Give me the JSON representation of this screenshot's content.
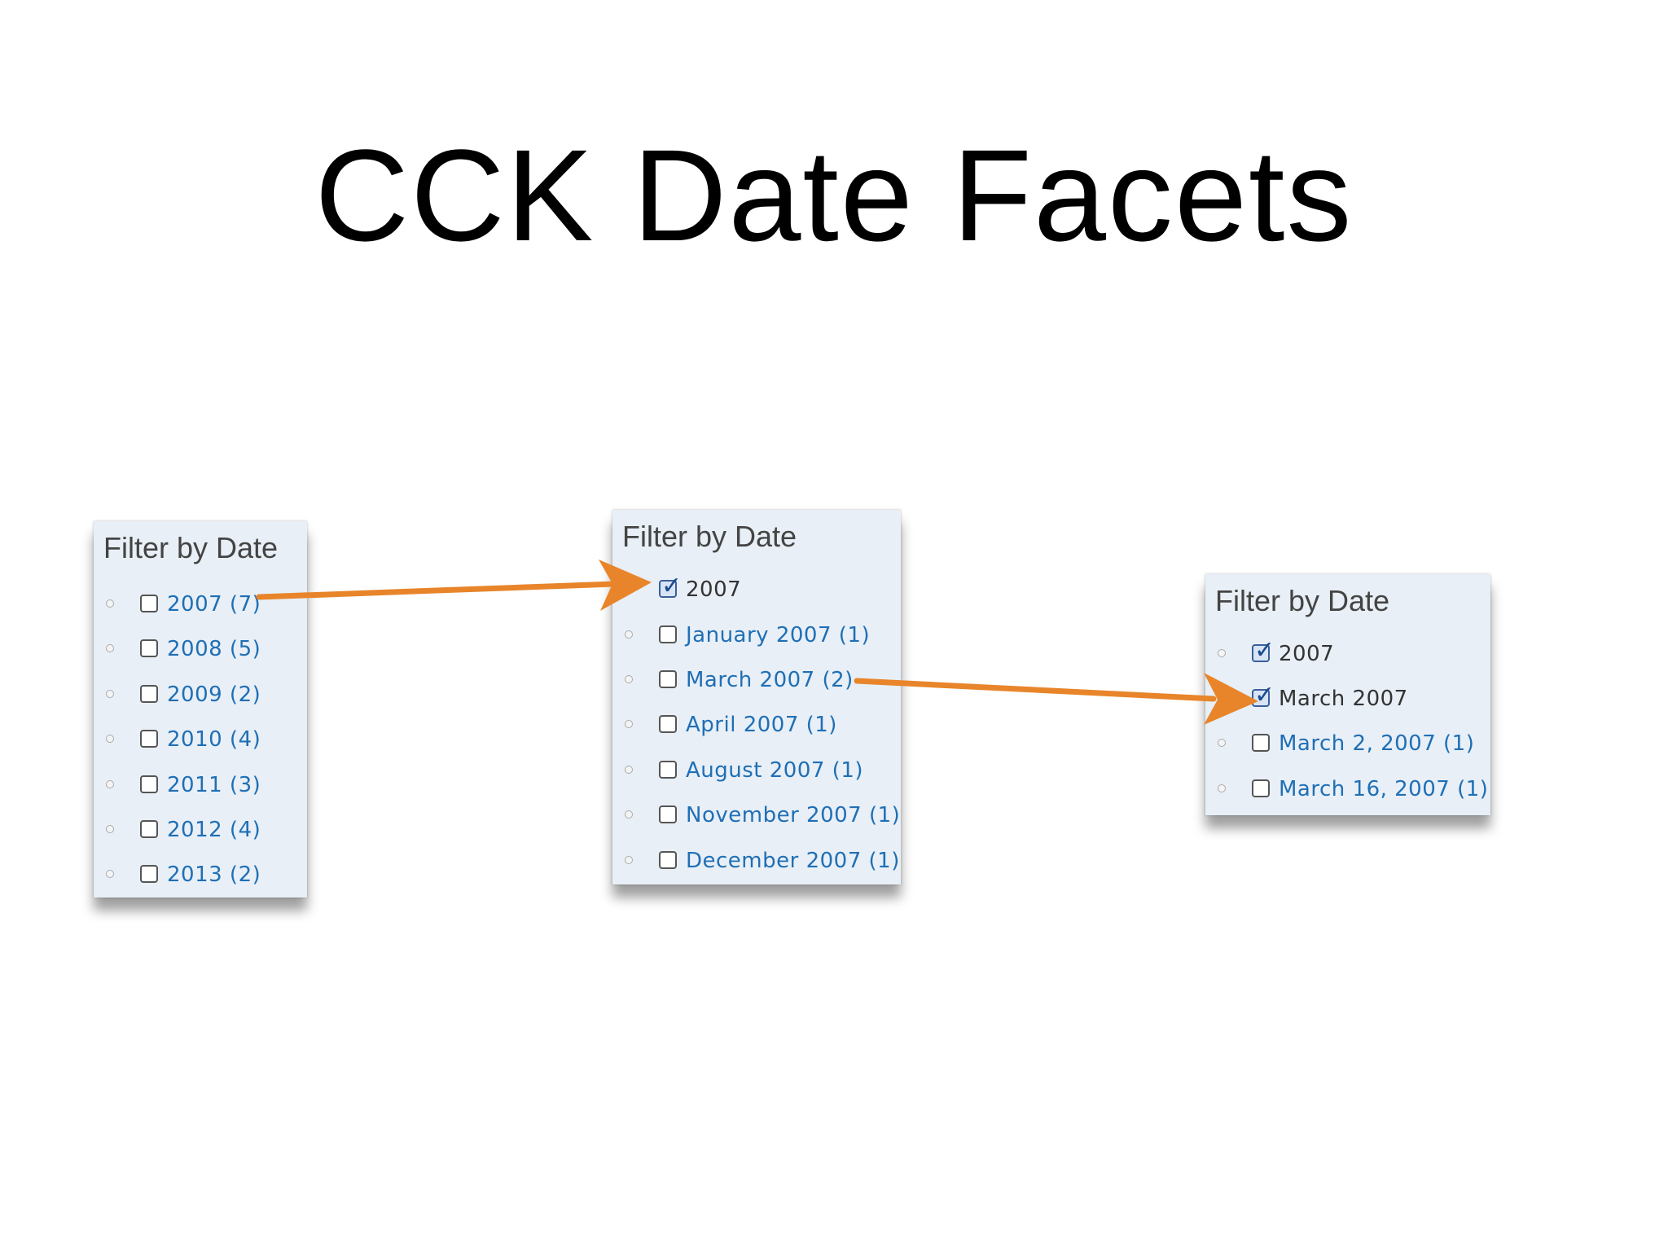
{
  "slide": {
    "title": "CCK Date Facets"
  },
  "colors": {
    "arrow": "#e8852a",
    "link": "#1f6fb5",
    "panel_bg": "#e8eff6"
  },
  "panels": [
    {
      "heading": "Filter by Date",
      "items": [
        {
          "label": "2007 (7)",
          "checked": false
        },
        {
          "label": "2008 (5)",
          "checked": false
        },
        {
          "label": "2009 (2)",
          "checked": false
        },
        {
          "label": "2010 (4)",
          "checked": false
        },
        {
          "label": "2011 (3)",
          "checked": false
        },
        {
          "label": "2012 (4)",
          "checked": false
        },
        {
          "label": "2013 (2)",
          "checked": false
        }
      ]
    },
    {
      "heading": "Filter by Date",
      "items": [
        {
          "label": "2007",
          "checked": true
        },
        {
          "label": "January 2007 (1)",
          "checked": false
        },
        {
          "label": "March 2007 (2)",
          "checked": false
        },
        {
          "label": "April 2007 (1)",
          "checked": false
        },
        {
          "label": "August 2007 (1)",
          "checked": false
        },
        {
          "label": "November 2007 (1)",
          "checked": false
        },
        {
          "label": "December 2007 (1)",
          "checked": false
        }
      ]
    },
    {
      "heading": "Filter by Date",
      "items": [
        {
          "label": "2007",
          "checked": true
        },
        {
          "label": "March 2007",
          "checked": true
        },
        {
          "label": "March 2, 2007 (1)",
          "checked": false
        },
        {
          "label": "March 16, 2007 (1)",
          "checked": false
        }
      ]
    }
  ]
}
